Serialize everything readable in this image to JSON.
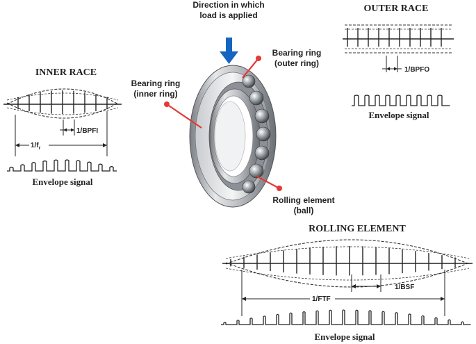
{
  "load_direction": {
    "line1": "Direction in which",
    "line2": "load is applied",
    "arrow_color": "#1565c0"
  },
  "inner_race": {
    "title": "INNER RACE",
    "bpfi_label": "1/BPFI",
    "fr_label": "1/f",
    "fr_subscript": "r",
    "envelope_label": "Envelope signal"
  },
  "outer_race": {
    "title": "OUTER RACE",
    "bpfo_label": "1/BPFO",
    "envelope_label": "Envelope signal"
  },
  "rolling_element": {
    "title": "ROLLING ELEMENT",
    "bsf_label": "1/BSF",
    "ftf_label": "1/FTF",
    "envelope_label": "Envelope signal"
  },
  "bearing": {
    "outer_ring_line1": "Bearing ring",
    "outer_ring_line2": "(outer ring)",
    "inner_ring_line1": "Bearing ring",
    "inner_ring_line2": "(inner ring)",
    "ball_line1": "Rolling element",
    "ball_line2": "(ball)",
    "callout_color": "#e53935"
  }
}
